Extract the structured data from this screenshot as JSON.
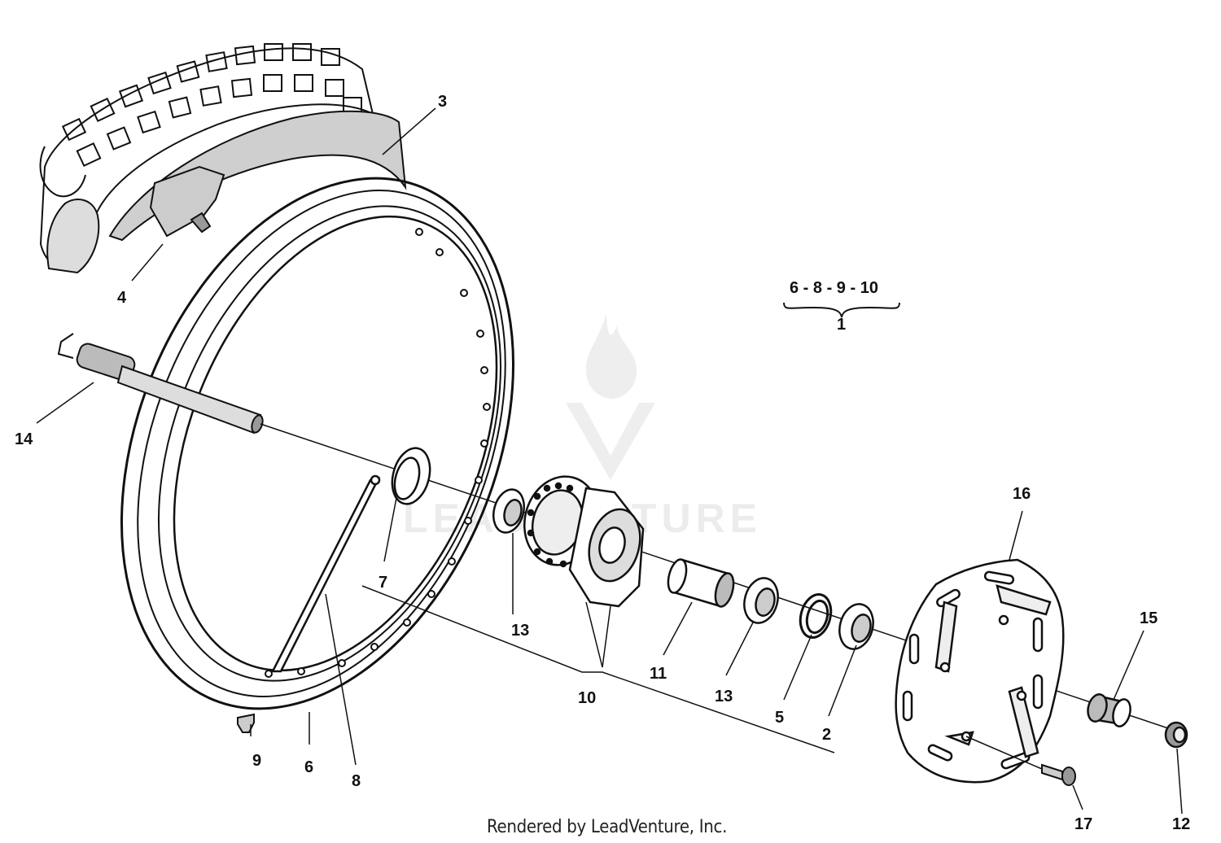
{
  "diagram": {
    "callouts": [
      {
        "id": "c3",
        "text": "3"
      },
      {
        "id": "c4",
        "text": "4"
      },
      {
        "id": "c14",
        "text": "14"
      },
      {
        "id": "c7",
        "text": "7"
      },
      {
        "id": "c13a",
        "text": "13"
      },
      {
        "id": "c10",
        "text": "10"
      },
      {
        "id": "c11",
        "text": "11"
      },
      {
        "id": "c13b",
        "text": "13"
      },
      {
        "id": "c5",
        "text": "5"
      },
      {
        "id": "c2",
        "text": "2"
      },
      {
        "id": "c16",
        "text": "16"
      },
      {
        "id": "c15",
        "text": "15"
      },
      {
        "id": "c12",
        "text": "12"
      },
      {
        "id": "c17",
        "text": "17"
      },
      {
        "id": "c9",
        "text": "9"
      },
      {
        "id": "c6",
        "text": "6"
      },
      {
        "id": "c8",
        "text": "8"
      }
    ],
    "group_note": {
      "members": "6 - 8 - 9 - 10",
      "assembly": "1"
    },
    "watermark": "LEADVENTURE",
    "footer": "Rendered by LeadVenture, Inc."
  }
}
